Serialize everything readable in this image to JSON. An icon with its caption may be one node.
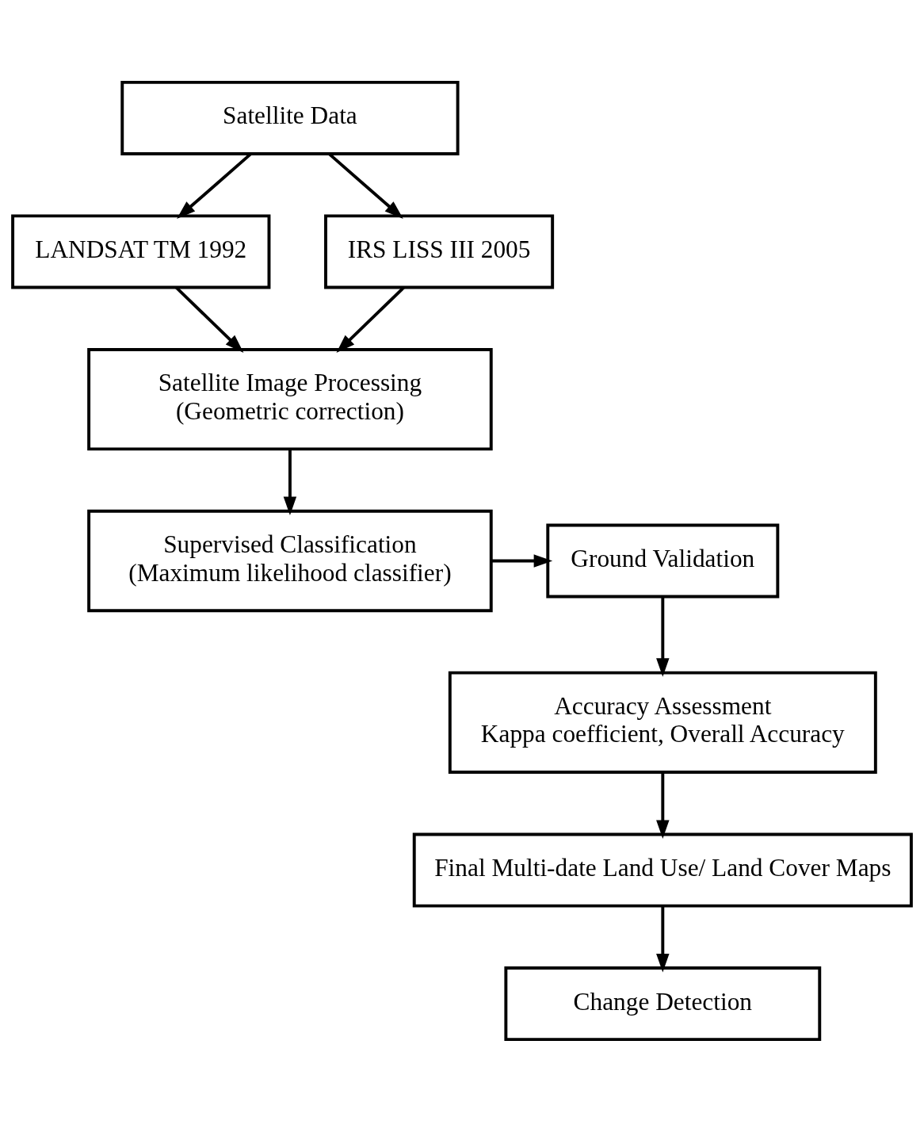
{
  "diagram": {
    "nodes": [
      {
        "text": [
          "Satellite Data"
        ]
      },
      {
        "text": [
          "LANDSAT TM 1992"
        ]
      },
      {
        "text": [
          "IRS LISS III 2005"
        ]
      },
      {
        "text": [
          "Satellite Image Processing",
          "(Geometric correction)"
        ]
      },
      {
        "text": [
          "Supervised Classification",
          "(Maximum likelihood classifier)"
        ]
      },
      {
        "text": [
          "Ground Validation"
        ]
      },
      {
        "text": [
          "Accuracy Assessment",
          "Kappa coefficient, Overall Accuracy"
        ]
      },
      {
        "text": [
          "Final Multi-date Land Use/ Land Cover Maps"
        ]
      },
      {
        "text": [
          "Change Detection"
        ]
      }
    ],
    "edges": [
      {
        "from": 0,
        "to": 1,
        "arrow": "to"
      },
      {
        "from": 0,
        "to": 2,
        "arrow": "to"
      },
      {
        "from": 1,
        "to": 3,
        "arrow": "to"
      },
      {
        "from": 2,
        "to": 3,
        "arrow": "to"
      },
      {
        "from": 3,
        "to": 4,
        "arrow": "to"
      },
      {
        "from": 4,
        "to": 5,
        "arrow": "to"
      },
      {
        "from": 5,
        "to": 6,
        "arrow": "to"
      },
      {
        "from": 6,
        "to": 7,
        "arrow": "to"
      },
      {
        "from": 7,
        "to": 8,
        "arrow": "to"
      }
    ]
  }
}
